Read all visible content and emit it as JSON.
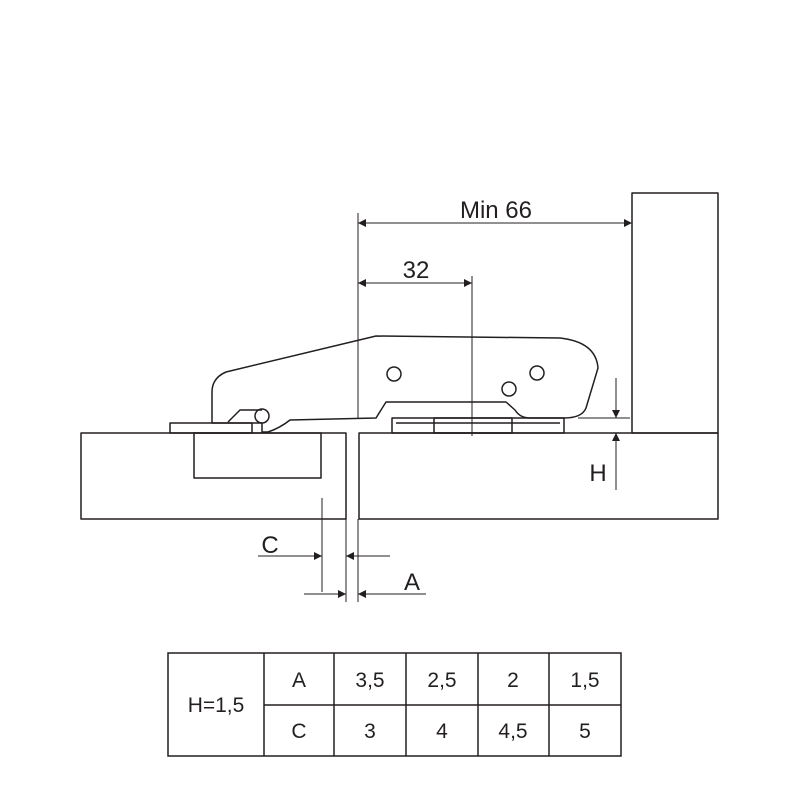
{
  "dimensions": {
    "min_overall": "Min 66",
    "hinge_offset": "32",
    "height_label": "H",
    "c_label": "C",
    "a_label": "A"
  },
  "table": {
    "condition": "H=1,5",
    "rows": [
      {
        "label": "A",
        "values": [
          "3,5",
          "2,5",
          "2",
          "1,5"
        ]
      },
      {
        "label": "C",
        "values": [
          "3",
          "4",
          "4,5",
          "5"
        ]
      }
    ]
  },
  "colors": {
    "line": "#231f20",
    "background": "#ffffff"
  }
}
